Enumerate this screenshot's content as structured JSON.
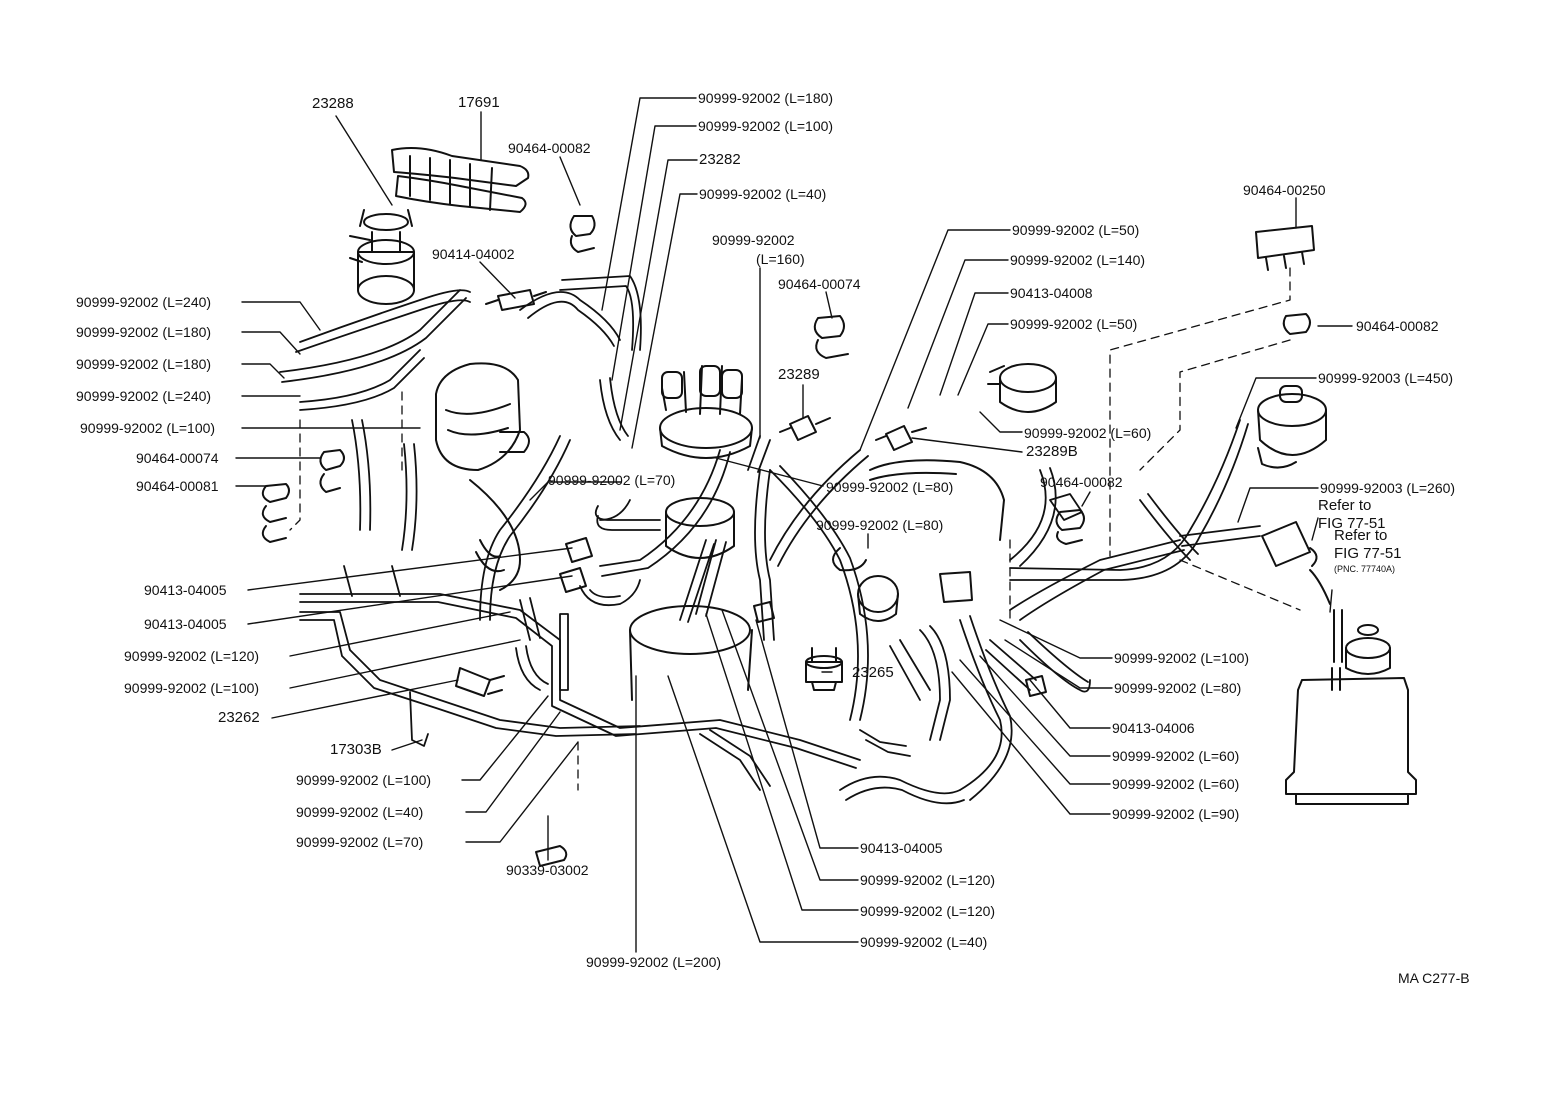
{
  "colors": {
    "ink": "#111111",
    "paper": "#ffffff"
  },
  "diagram_code": "MA C277-B",
  "refs": {
    "ref1_line1": "Refer to",
    "ref1_line2": "FIG 77-51",
    "ref2_line1": "Refer to",
    "ref2_line2": "FIG 77-51",
    "ref2_pnc": "(PNC. 77740A)"
  },
  "labels": {
    "l_23288": "23288",
    "l_17691": "17691",
    "l_90464_00082_a": "90464-00082",
    "l_90414_04002": "90414-04002",
    "l_hose_l180_top": "90999-92002 (L=180)",
    "l_hose_l100_top": "90999-92002 (L=100)",
    "l_23282": "23282",
    "l_hose_l40_top": "90999-92002 (L=40)",
    "l_hose_l160_a": "90999-92002",
    "l_hose_l160_b": "(L=160)",
    "l_90464_00074_top": "90464-00074",
    "l_hose_l50_a": "90999-92002 (L=50)",
    "l_hose_l140": "90999-92002 (L=140)",
    "l_90413_04008": "90413-04008",
    "l_hose_l50_b": "90999-92002 (L=50)",
    "l_90464_00250": "90464-00250",
    "l_90464_00082_b": "90464-00082",
    "l_hose3_l450": "90999-92003 (L=450)",
    "l_hose_l60_right": "90999-92002 (L=60)",
    "l_23289": "23289",
    "l_23289b": "23289B",
    "l_hose_l80_a": "90999-92002 (L=80)",
    "l_90464_00082_c": "90464-00082",
    "l_hose3_l260": "90999-92003 (L=260)",
    "l_hose_l80_b": "90999-92002 (L=80)",
    "l_hose_l70_mid": "90999-92002 (L=70)",
    "l_hose_l240_a": "90999-92002 (L=240)",
    "l_hose_l180_left1": "90999-92002 (L=180)",
    "l_hose_l180_left2": "90999-92002 (L=180)",
    "l_hose_l240_b": "90999-92002 (L=240)",
    "l_hose_l100_left": "90999-92002 (L=100)",
    "l_90464_00074_left": "90464-00074",
    "l_90464_00081": "90464-00081",
    "l_90413_04005_a": "90413-04005",
    "l_90413_04005_b": "90413-04005",
    "l_hose_l120_left": "90999-92002 (L=120)",
    "l_hose_l100_left2": "90999-92002 (L=100)",
    "l_23262": "23262",
    "l_17303b": "17303B",
    "l_hose_l100_bot": "90999-92002 (L=100)",
    "l_hose_l40_bot": "90999-92002 (L=40)",
    "l_hose_l70_bot": "90999-92002 (L=70)",
    "l_90339_03002": "90339-03002",
    "l_hose_l200": "90999-92002 (L=200)",
    "l_23265": "23265",
    "l_90413_04005_c": "90413-04005",
    "l_hose_l120_bot1": "90999-92002 (L=120)",
    "l_hose_l120_bot2": "90999-92002 (L=120)",
    "l_hose_l40_bot2": "90999-92002 (L=40)",
    "l_hose_l100_right": "90999-92002 (L=100)",
    "l_hose_l80_right": "90999-92002 (L=80)",
    "l_90413_04006": "90413-04006",
    "l_hose_l60_r1": "90999-92002 (L=60)",
    "l_hose_l60_r2": "90999-92002 (L=60)",
    "l_hose_l90": "90999-92002 (L=90)"
  }
}
